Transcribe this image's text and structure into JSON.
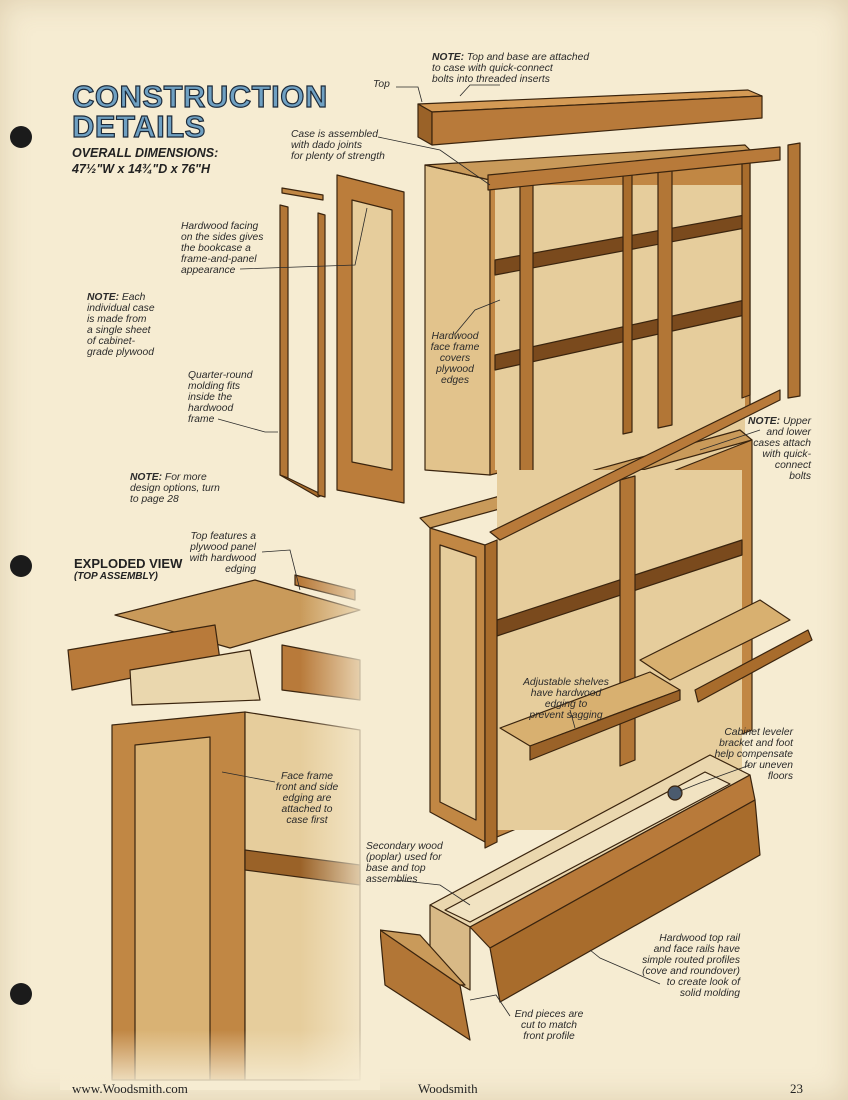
{
  "title": {
    "line1": "CONSTRUCTION",
    "line2": "DETAILS"
  },
  "dimensions": {
    "label": "OVERALL DIMENSIONS:",
    "value": "47½\"W x 14¾\"D x 76\"H"
  },
  "exploded_view": {
    "title": "EXPLODED VIEW",
    "subtitle": "(TOP ASSEMBLY)"
  },
  "callouts": {
    "top": "Top",
    "note_top_strong": "NOTE:",
    "note_top_l1": " Top and base are attached",
    "note_top_l2": "to case with quick-connect",
    "note_top_l3": "bolts into threaded inserts",
    "case_l1": "Case is assembled",
    "case_l2": "with dado joints",
    "case_l3": "for plenty of strength",
    "facing_l1": "Hardwood facing",
    "facing_l2": "on the sides gives",
    "facing_l3": "the bookcase a",
    "facing_l4": "frame-and-panel",
    "facing_l5": "appearance",
    "note_case_strong": "NOTE:",
    "note_case_l1": " Each",
    "note_case_l2": "individual case",
    "note_case_l3": "is made from",
    "note_case_l4": "a single sheet",
    "note_case_l5": "of cabinet-",
    "note_case_l6": "grade plywood",
    "quarter_l1": "Quarter-round",
    "quarter_l2": "molding fits",
    "quarter_l3": "inside the",
    "quarter_l4": "hardwood",
    "quarter_l5": "frame",
    "faceframe_l1": "Hardwood",
    "faceframe_l2": "face frame",
    "faceframe_l3": "covers",
    "faceframe_l4": "plywood",
    "faceframe_l5": "edges",
    "note_upper_strong": "NOTE:",
    "note_upper_l1": " Upper",
    "note_upper_l2": "and lower",
    "note_upper_l3": "cases attach",
    "note_upper_l4": "with quick-",
    "note_upper_l5": "connect",
    "note_upper_l6": "bolts",
    "note_design_strong": "NOTE:",
    "note_design_l1": " For more",
    "note_design_l2": "design options, turn",
    "note_design_l3": "to page 28",
    "topfeat_l1": "Top features a",
    "topfeat_l2": "plywood panel",
    "topfeat_l3": "with hardwood",
    "topfeat_l4": "edging",
    "shelves_l1": "Adjustable shelves",
    "shelves_l2": "have hardwood",
    "shelves_l3": "edging to",
    "shelves_l4": "prevent sagging",
    "leveler_l1": "Cabinet leveler",
    "leveler_l2": "bracket and foot",
    "leveler_l3": "help compensate",
    "leveler_l4": "for uneven",
    "leveler_l5": "floors",
    "ffront_l1": "Face frame",
    "ffront_l2": "front and side",
    "ffront_l3": "edging are",
    "ffront_l4": "attached to",
    "ffront_l5": "case first",
    "secondary_l1": "Secondary wood",
    "secondary_l2": "(poplar) used for",
    "secondary_l3": "base and top",
    "secondary_l4": "assemblies",
    "rail_l1": "Hardwood top rail",
    "rail_l2": "and face rails have",
    "rail_l3": "simple routed profiles",
    "rail_l4": "(cove and roundover)",
    "rail_l5": "to create look of",
    "rail_l6": "solid molding",
    "end_l1": "End pieces are",
    "end_l2": "cut to match",
    "end_l3": "front profile"
  },
  "footer": {
    "left": "www.Woodsmith.com",
    "center": "Woodsmith",
    "right": "23"
  }
}
